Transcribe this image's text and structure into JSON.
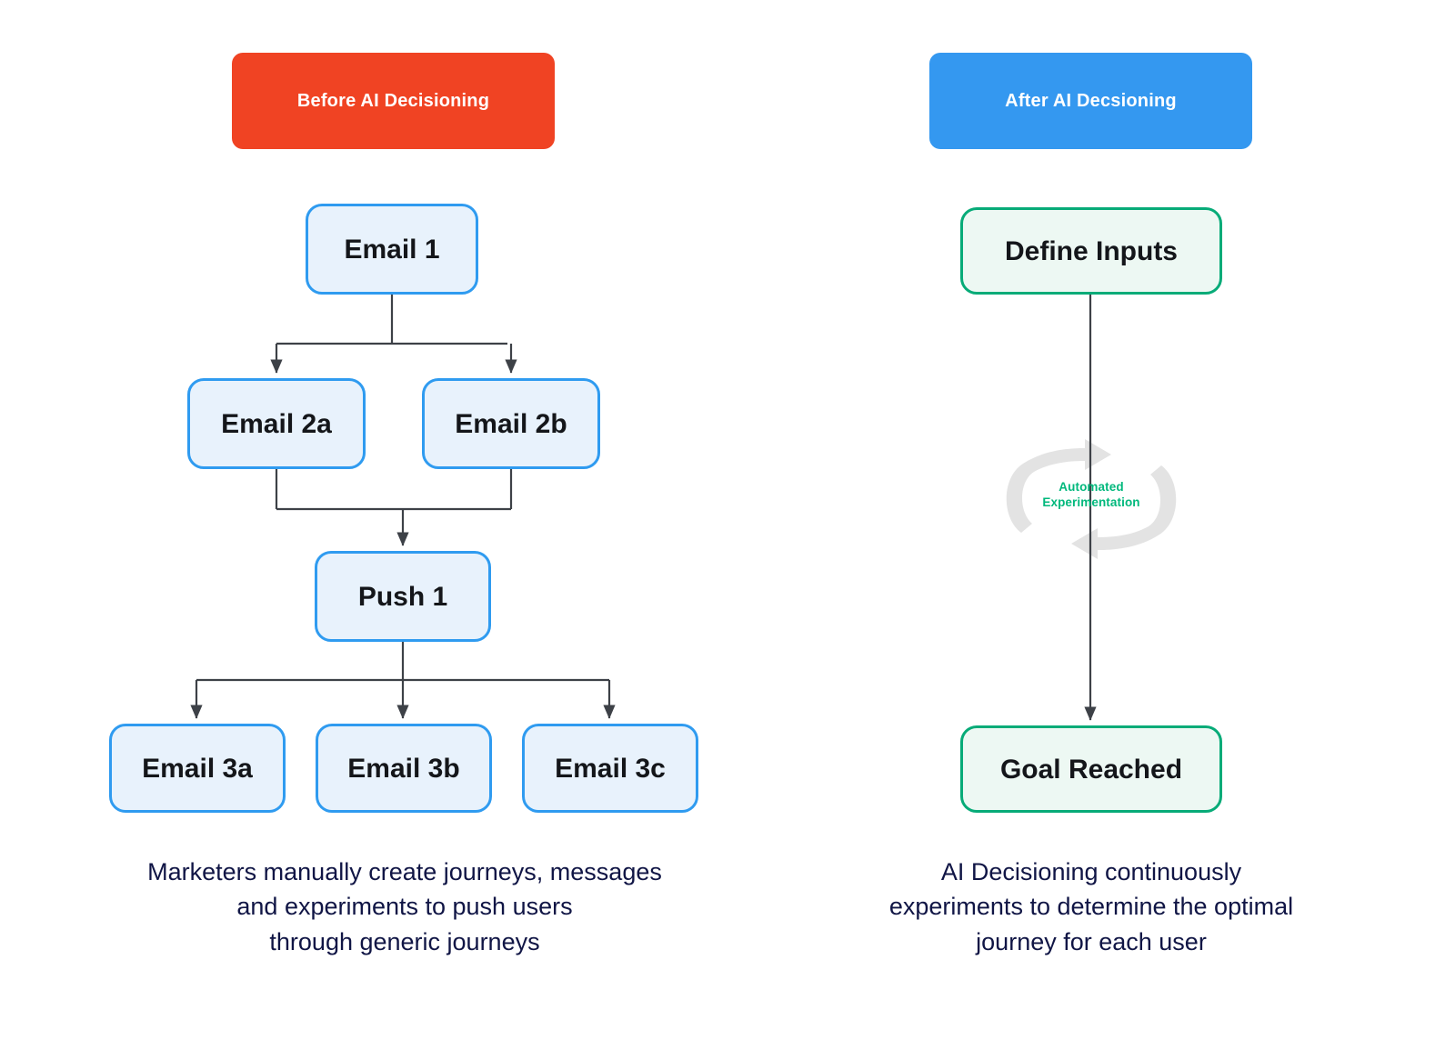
{
  "columns": {
    "before": {
      "header": "Before AI Decisioning",
      "header_color": "#f04323",
      "caption_lines": [
        "Marketers manually create journeys, messages",
        "and experiments to push users",
        "through generic journeys"
      ],
      "nodes": [
        {
          "id": "email1",
          "label": "Email 1"
        },
        {
          "id": "email2a",
          "label": "Email 2a"
        },
        {
          "id": "email2b",
          "label": "Email 2b"
        },
        {
          "id": "push1",
          "label": "Push 1"
        },
        {
          "id": "email3a",
          "label": "Email 3a"
        },
        {
          "id": "email3b",
          "label": "Email 3b"
        },
        {
          "id": "email3c",
          "label": "Email 3c"
        }
      ],
      "node_fill": "#e8f2fc",
      "node_border": "#2f9bf0"
    },
    "after": {
      "header": "After AI Decsioning",
      "header_color": "#3498f0",
      "caption_lines": [
        "AI Decisioning continuously",
        "experiments to determine the optimal",
        "journey for each user"
      ],
      "nodes": [
        {
          "id": "define-inputs",
          "label": "Define Inputs"
        },
        {
          "id": "goal-reached",
          "label": "Goal Reached"
        }
      ],
      "loop_label_lines": [
        "Automated",
        "Experimentation"
      ],
      "loop_label_color": "#00b87c",
      "loop_arrow_color": "#e3e3e3",
      "node_fill": "#edf8f3",
      "node_border": "#07ab78"
    }
  },
  "edge_color": "#3d4147",
  "background": "#ffffff"
}
